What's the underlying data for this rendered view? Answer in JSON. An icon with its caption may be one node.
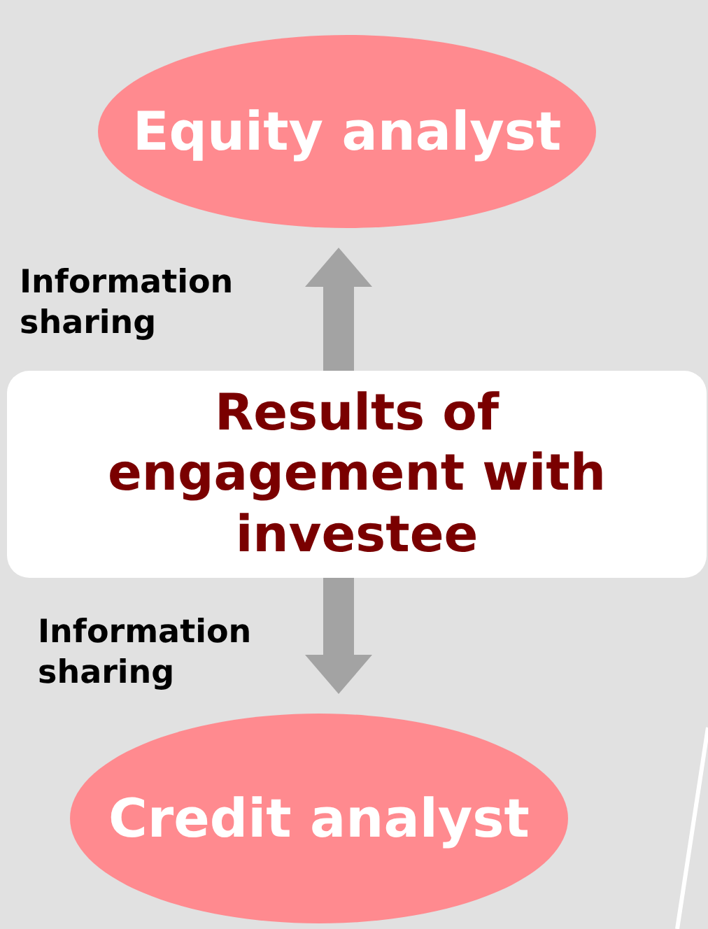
{
  "diagram": {
    "nodes": [
      {
        "text": [
          "Equity analyst"
        ]
      },
      {
        "text": [
          "Results of engagement with investee"
        ]
      },
      {
        "text": [
          "Credit analyst"
        ]
      }
    ],
    "edges": [
      {
        "from": 1,
        "to": 0,
        "arrow": "to",
        "label": "Information sharing"
      },
      {
        "from": 1,
        "to": 2,
        "arrow": "to",
        "label": "Information sharing"
      }
    ]
  }
}
